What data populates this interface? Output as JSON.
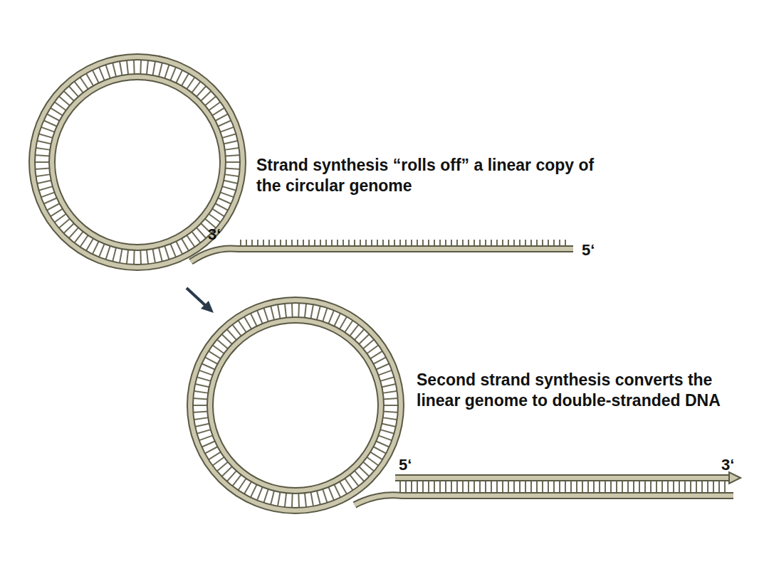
{
  "diagram": {
    "labels": [
      "Strand synthesis “rolls off” a linear copy of the circular genome",
      "3‘",
      "5‘",
      "Second strand synthesis converts the linear genome to double-stranded DNA",
      "5‘",
      "3‘"
    ]
  }
}
